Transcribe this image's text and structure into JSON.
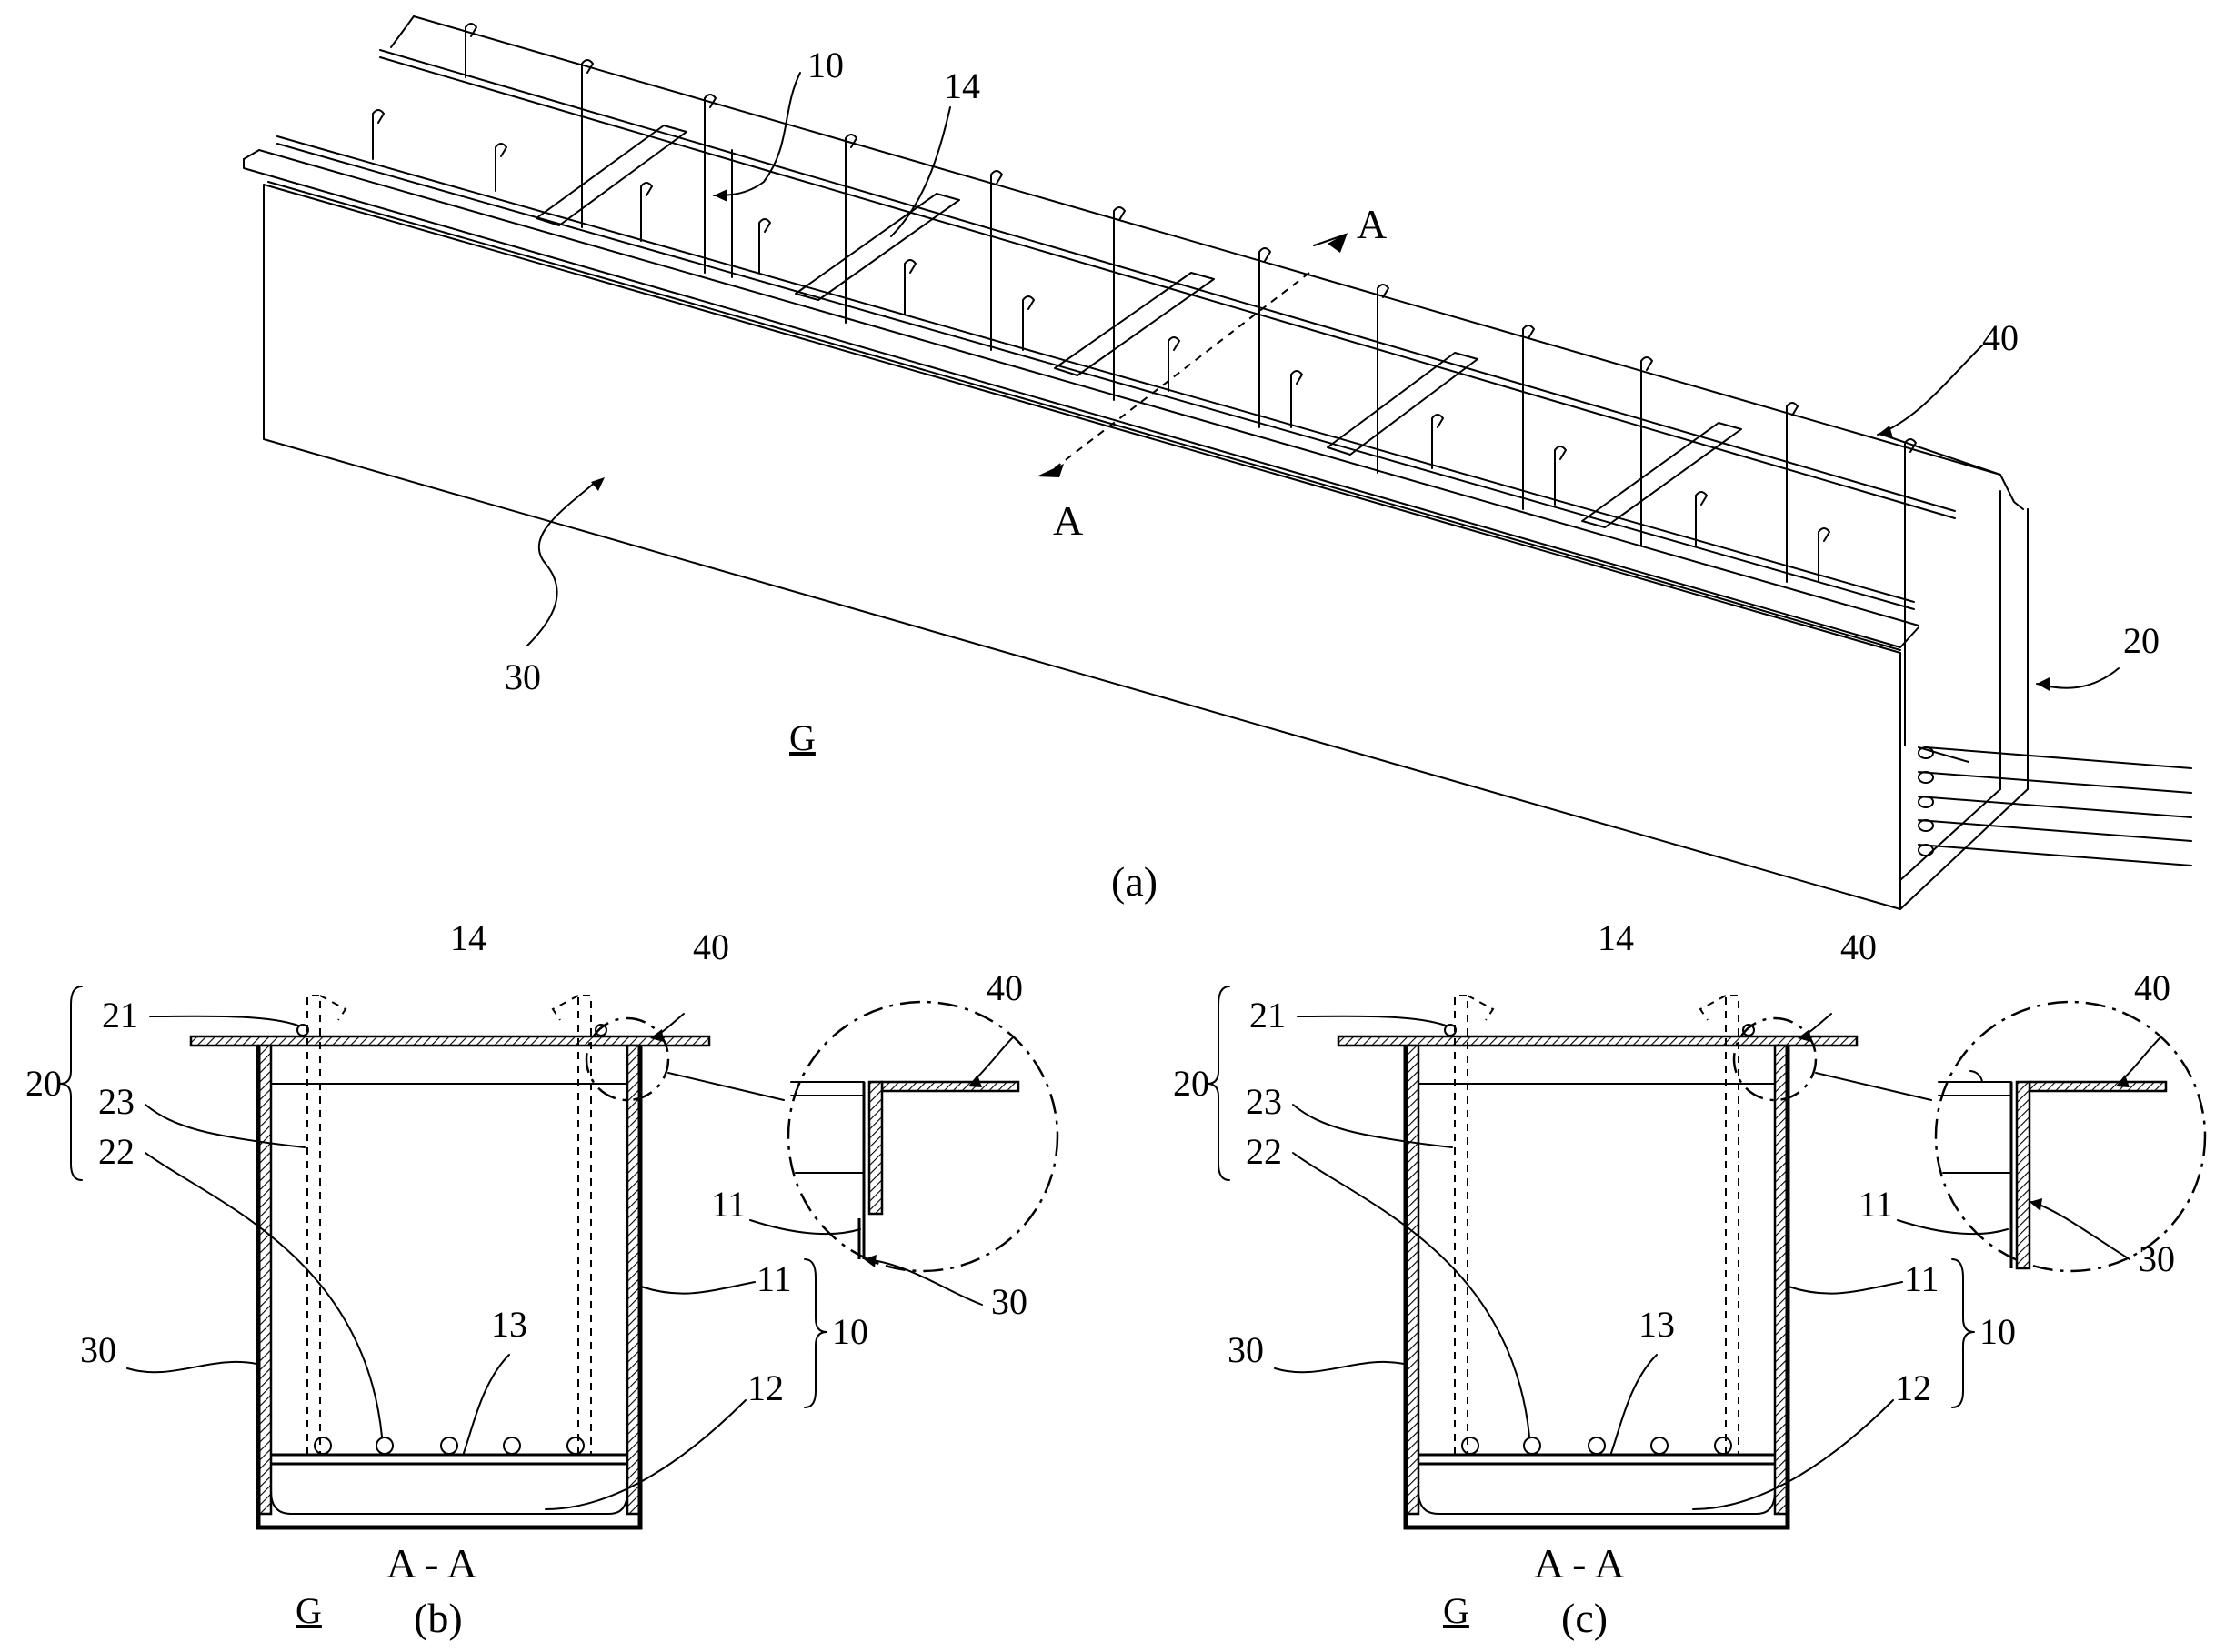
{
  "figure": {
    "view_a": {
      "caption": "(a)",
      "gravity": "G",
      "section_marks": [
        "A",
        "A"
      ],
      "labels": {
        "l10": "10",
        "l14": "14",
        "l20": "20",
        "l30": "30",
        "l40": "40"
      }
    },
    "view_b": {
      "caption": "(b)",
      "section_title": "A - A",
      "gravity": "G",
      "labels": {
        "l21": "21",
        "l14": "14",
        "l40": "40",
        "l40d": "40",
        "l20": "20",
        "l23": "23",
        "l22": "22",
        "l11d": "11",
        "l30d": "30",
        "l11": "11",
        "l10": "10",
        "l13": "13",
        "l30": "30",
        "l12": "12"
      }
    },
    "view_c": {
      "caption": "(c)",
      "section_title": "A - A",
      "gravity": "G",
      "labels": {
        "l21": "21",
        "l14": "14",
        "l40": "40",
        "l40d": "40",
        "l20": "20",
        "l23": "23",
        "l22": "22",
        "l11d": "11",
        "l30d": "30",
        "l11": "11",
        "l10": "10",
        "l13": "13",
        "l30": "30",
        "l12": "12"
      }
    }
  }
}
